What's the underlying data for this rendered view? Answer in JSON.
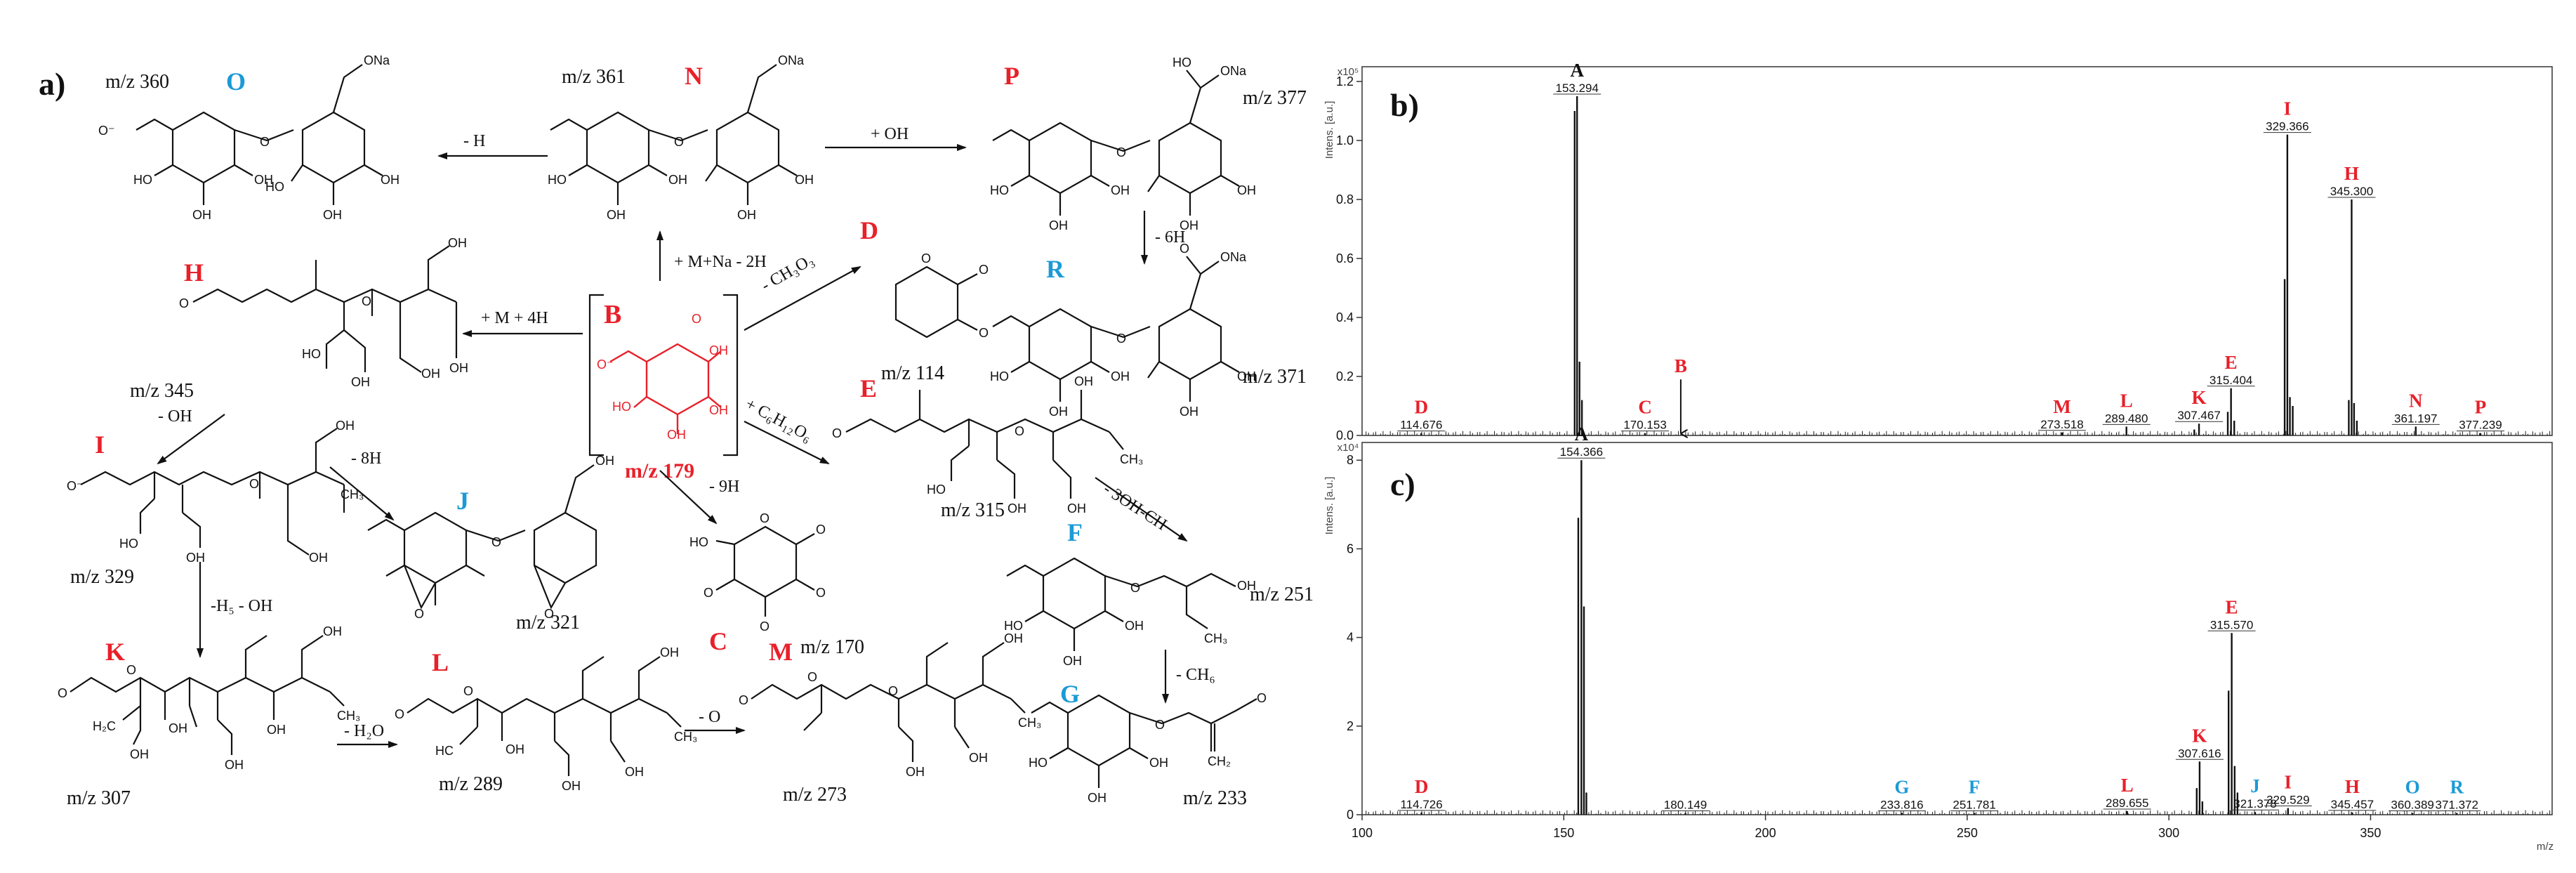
{
  "scheme": {
    "panel_label": "a)",
    "structures": [
      {
        "id": "O",
        "letter": "O",
        "color": "blue",
        "mz": "m/z 360",
        "na": "ONa"
      },
      {
        "id": "N",
        "letter": "N",
        "color": "red",
        "mz": "m/z 361",
        "na": "ONa"
      },
      {
        "id": "P",
        "letter": "P",
        "color": "red",
        "mz": "m/z 377",
        "na": "ONa"
      },
      {
        "id": "H",
        "letter": "H",
        "color": "red",
        "mz": "m/z 345"
      },
      {
        "id": "B",
        "letter": "B",
        "color": "red",
        "mz": "m/z 179"
      },
      {
        "id": "D",
        "letter": "D",
        "color": "red",
        "mz": "m/z 114"
      },
      {
        "id": "R",
        "letter": "R",
        "color": "blue",
        "mz": "m/z 371",
        "na": "ONa"
      },
      {
        "id": "I",
        "letter": "I",
        "color": "red",
        "mz": "m/z 329"
      },
      {
        "id": "J",
        "letter": "J",
        "color": "blue",
        "mz": "m/z 321"
      },
      {
        "id": "E",
        "letter": "E",
        "color": "red",
        "mz": "m/z 315"
      },
      {
        "id": "C",
        "letter": "C",
        "color": "red",
        "mz": "m/z 170"
      },
      {
        "id": "F",
        "letter": "F",
        "color": "blue",
        "mz": "m/z 251"
      },
      {
        "id": "K",
        "letter": "K",
        "color": "red",
        "mz": "m/z 307"
      },
      {
        "id": "L",
        "letter": "L",
        "color": "red",
        "mz": "m/z 289"
      },
      {
        "id": "M",
        "letter": "M",
        "color": "red",
        "mz": "m/z 273"
      },
      {
        "id": "G",
        "letter": "G",
        "color": "blue",
        "mz": "m/z 233"
      }
    ],
    "arrows": {
      "n_to_o": "- H",
      "n_to_p": "+ OH",
      "b_to_n": "+ M+Na - 2H",
      "b_to_h": "+ M + 4H",
      "b_to_d": "- CH₃O₃",
      "p_to_r": "- 6H",
      "h_to_i": "- OH",
      "i_to_j": "- 8H",
      "b_to_e": "+ C₆H₁₂O₆",
      "b_to_c": "- 9H",
      "e_to_f": "- 3OH-CH",
      "i_to_k": "-H₅ - OH",
      "k_to_l": "- H₂O",
      "l_to_m": "- O",
      "f_to_g": "- CH₆"
    },
    "atoms": {
      "oh": "OH",
      "ho": "HO",
      "o": "O",
      "ominus": "O⁻",
      "ch3": "CH₃",
      "ch2": "CH₂",
      "h2c": "H₂C",
      "hc": "HC"
    }
  },
  "chart_data": [
    {
      "type": "bar",
      "panel_label": "b)",
      "ylabel": "Intens. [a.u.]",
      "y_multiplier": "x10⁵",
      "xlim": [
        100,
        395
      ],
      "ylim": [
        0,
        1.25
      ],
      "y_ticks": [
        "0.0",
        "0.2",
        "0.4",
        "0.6",
        "0.8",
        "1.0",
        "1.2"
      ],
      "x_ticks": [],
      "peaks": [
        {
          "x": 114.676,
          "y": 0.008
        },
        {
          "x": 153.294,
          "y": 1.15
        },
        {
          "x": 152.7,
          "y": 1.1
        },
        {
          "x": 153.9,
          "y": 0.25
        },
        {
          "x": 154.5,
          "y": 0.12
        },
        {
          "x": 170.153,
          "y": 0.008
        },
        {
          "x": 273.518,
          "y": 0.01
        },
        {
          "x": 289.48,
          "y": 0.03
        },
        {
          "x": 307.467,
          "y": 0.04
        },
        {
          "x": 306.3,
          "y": 0.02
        },
        {
          "x": 314.6,
          "y": 0.08
        },
        {
          "x": 315.404,
          "y": 0.16
        },
        {
          "x": 316.2,
          "y": 0.05
        },
        {
          "x": 328.7,
          "y": 0.53
        },
        {
          "x": 329.366,
          "y": 1.02
        },
        {
          "x": 330.0,
          "y": 0.13
        },
        {
          "x": 330.7,
          "y": 0.1
        },
        {
          "x": 344.6,
          "y": 0.12
        },
        {
          "x": 345.3,
          "y": 0.8
        },
        {
          "x": 345.9,
          "y": 0.11
        },
        {
          "x": 346.6,
          "y": 0.05
        },
        {
          "x": 361.197,
          "y": 0.03
        },
        {
          "x": 377.239,
          "y": 0.008
        }
      ],
      "annotations": [
        {
          "letter": "A",
          "color": "black",
          "x": 153.294,
          "label": "153.294",
          "y": 1.15
        },
        {
          "letter": "D",
          "color": "red",
          "x": 114.676,
          "label": "114.676",
          "y": 0.008
        },
        {
          "letter": "C",
          "color": "red",
          "x": 170.153,
          "label": "170.153",
          "y": 0.008
        },
        {
          "letter": "B",
          "color": "red",
          "x": 179.0,
          "label": "",
          "y": 0.0,
          "arrow": true
        },
        {
          "letter": "M",
          "color": "red",
          "x": 273.518,
          "label": "273.518",
          "y": 0.01
        },
        {
          "letter": "L",
          "color": "red",
          "x": 289.48,
          "label": "289.480",
          "y": 0.03
        },
        {
          "letter": "K",
          "color": "red",
          "x": 307.467,
          "label": "307.467",
          "y": 0.04
        },
        {
          "letter": "E",
          "color": "red",
          "x": 315.404,
          "label": "315.404",
          "y": 0.16
        },
        {
          "letter": "I",
          "color": "red",
          "x": 329.366,
          "label": "329.366",
          "y": 1.02
        },
        {
          "letter": "H",
          "color": "red",
          "x": 345.3,
          "label": "345.300",
          "y": 0.8
        },
        {
          "letter": "N",
          "color": "red",
          "x": 361.197,
          "label": "361.197",
          "y": 0.03
        },
        {
          "letter": "P",
          "color": "red",
          "x": 377.239,
          "label": "377.239",
          "y": 0.008
        }
      ]
    },
    {
      "type": "bar",
      "panel_label": "c)",
      "ylabel": "Intens. [a.u.]",
      "y_multiplier": "x10⁴",
      "xlabel": "m/z",
      "xlim": [
        100,
        395
      ],
      "ylim": [
        0,
        8.4
      ],
      "y_ticks": [
        "0",
        "2",
        "4",
        "6",
        "8"
      ],
      "x_ticks": [
        "100",
        "150",
        "200",
        "250",
        "300",
        "350"
      ],
      "peaks": [
        {
          "x": 114.726,
          "y": 0.05
        },
        {
          "x": 153.6,
          "y": 6.7
        },
        {
          "x": 154.366,
          "y": 8.0
        },
        {
          "x": 155.0,
          "y": 4.7
        },
        {
          "x": 155.6,
          "y": 0.5
        },
        {
          "x": 180.149,
          "y": 0.04
        },
        {
          "x": 233.816,
          "y": 0.04
        },
        {
          "x": 251.781,
          "y": 0.04
        },
        {
          "x": 289.655,
          "y": 0.08
        },
        {
          "x": 306.9,
          "y": 0.6
        },
        {
          "x": 307.616,
          "y": 1.2
        },
        {
          "x": 308.3,
          "y": 0.3
        },
        {
          "x": 314.8,
          "y": 2.8
        },
        {
          "x": 315.57,
          "y": 4.1
        },
        {
          "x": 316.3,
          "y": 1.1
        },
        {
          "x": 317.0,
          "y": 0.5
        },
        {
          "x": 321.378,
          "y": 0.06
        },
        {
          "x": 329.529,
          "y": 0.15
        },
        {
          "x": 345.457,
          "y": 0.05
        },
        {
          "x": 360.389,
          "y": 0.04
        },
        {
          "x": 371.372,
          "y": 0.04
        }
      ],
      "annotations": [
        {
          "letter": "A",
          "color": "black",
          "x": 154.366,
          "label": "154.366",
          "y": 8.0
        },
        {
          "letter": "D",
          "color": "red",
          "x": 114.726,
          "label": "114.726",
          "y": 0.05
        },
        {
          "letter": "",
          "color": "black",
          "x": 180.149,
          "label": "180.149",
          "y": 0.04
        },
        {
          "letter": "G",
          "color": "blue",
          "x": 233.816,
          "label": "233.816",
          "y": 0.04
        },
        {
          "letter": "F",
          "color": "blue",
          "x": 251.781,
          "label": "251.781",
          "y": 0.04
        },
        {
          "letter": "L",
          "color": "red",
          "x": 289.655,
          "label": "289.655",
          "y": 0.08
        },
        {
          "letter": "K",
          "color": "red",
          "x": 307.616,
          "label": "307.616",
          "y": 1.2
        },
        {
          "letter": "E",
          "color": "red",
          "x": 315.57,
          "label": "315.570",
          "y": 4.1
        },
        {
          "letter": "J",
          "color": "blue",
          "x": 321.378,
          "label": "321.378",
          "y": 0.06
        },
        {
          "letter": "I",
          "color": "red",
          "x": 329.529,
          "label": "329.529",
          "y": 0.15
        },
        {
          "letter": "H",
          "color": "red",
          "x": 345.457,
          "label": "345.457",
          "y": 0.05
        },
        {
          "letter": "O",
          "color": "blue",
          "x": 360.389,
          "label": "360.389",
          "y": 0.04
        },
        {
          "letter": "R",
          "color": "blue",
          "x": 371.372,
          "label": "371.372",
          "y": 0.04
        }
      ]
    }
  ]
}
